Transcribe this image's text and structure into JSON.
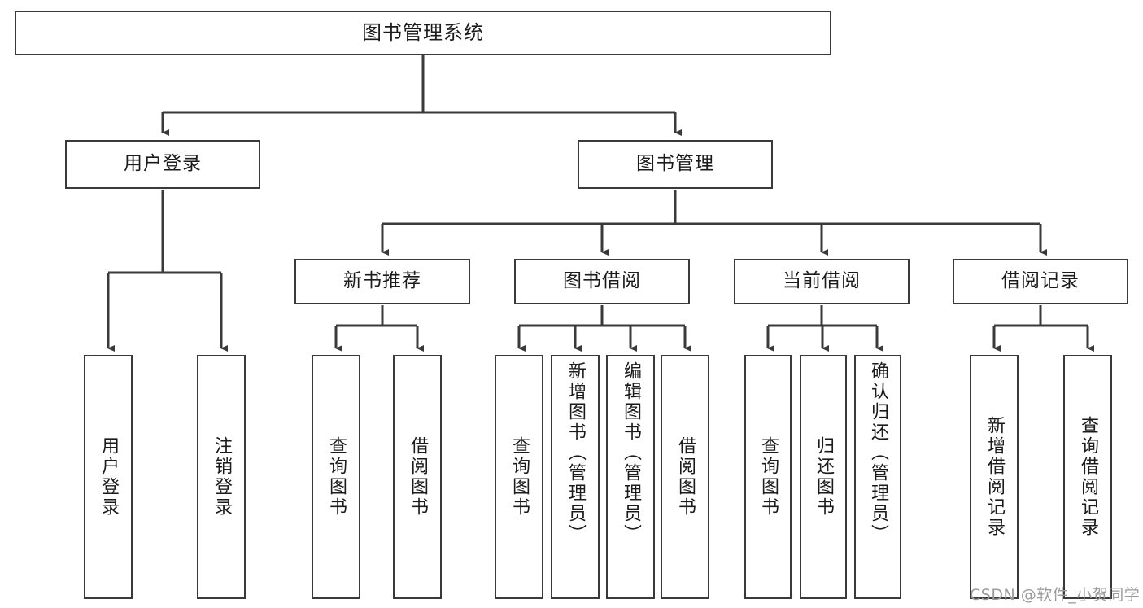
{
  "diagram": {
    "title": "图书管理系统",
    "type": "tree-hierarchy-chart",
    "colors": {
      "border": "#3a3a3a",
      "text": "#1b1b1b",
      "background": "#ffffff",
      "watermark": "#9b9b9b"
    },
    "root": {
      "label": "图书管理系统"
    },
    "level1": [
      {
        "label": "用户登录"
      },
      {
        "label": "图书管理"
      }
    ],
    "level2": [
      {
        "label": "新书推荐"
      },
      {
        "label": "图书借阅"
      },
      {
        "label": "当前借阅"
      },
      {
        "label": "借阅记录"
      }
    ],
    "leaves": {
      "user_login": [
        {
          "label": "用户登录"
        },
        {
          "label": "注销登录"
        }
      ],
      "new_book_recommend": [
        {
          "label": "查询图书"
        },
        {
          "label": "借阅图书"
        }
      ],
      "book_borrow": [
        {
          "label": "查询图书"
        },
        {
          "label": "新增图书（管理员）"
        },
        {
          "label": "编辑图书（管理员）"
        },
        {
          "label": "借阅图书"
        }
      ],
      "current_borrow": [
        {
          "label": "查询图书"
        },
        {
          "label": "归还图书"
        },
        {
          "label": "确认归还（管理员）"
        }
      ],
      "borrow_record": [
        {
          "label": "新增借阅记录"
        },
        {
          "label": "查询借阅记录"
        }
      ]
    },
    "watermark": "CSDN @软件_小贺同学"
  }
}
